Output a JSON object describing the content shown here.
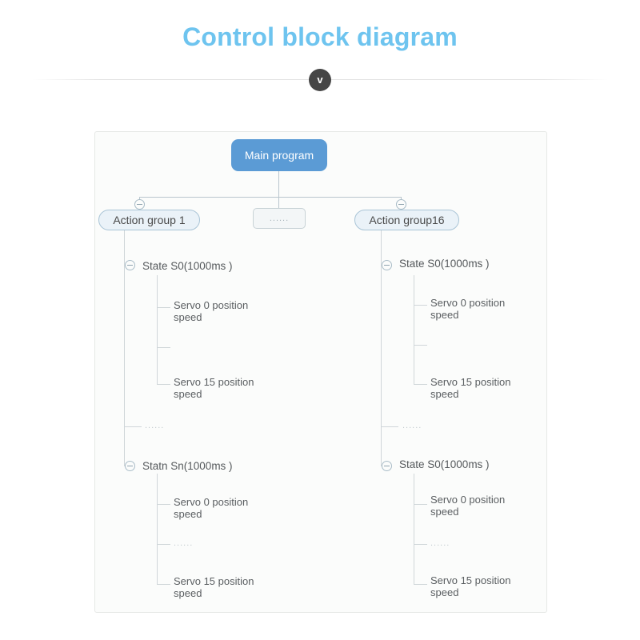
{
  "header": {
    "title": "Control block diagram",
    "chevron_badge": "v"
  },
  "diagram": {
    "root": {
      "label": "Main program"
    },
    "placeholder_sibling": {
      "label": "......"
    },
    "branches": [
      {
        "label": "Action group 1",
        "states": [
          {
            "label": "State S0(1000ms )",
            "children": [
              {
                "line1": "Servo 0 position",
                "line2": "speed"
              },
              {
                "line1": "",
                "line2": ""
              },
              {
                "line1": "Servo 15 position",
                "line2": "speed"
              }
            ]
          },
          {
            "label": "Statn Sn(1000ms )",
            "children": [
              {
                "line1": "Servo 0 position",
                "line2": "speed"
              },
              {
                "line1": "......",
                "line2": ""
              },
              {
                "line1": "Servo 15 position",
                "line2": "speed"
              }
            ]
          }
        ],
        "state_separator": "......"
      },
      {
        "label": "Action group16",
        "states": [
          {
            "label": "State S0(1000ms )",
            "children": [
              {
                "line1": "Servo 0 position",
                "line2": "speed"
              },
              {
                "line1": "",
                "line2": ""
              },
              {
                "line1": "Servo 15 position",
                "line2": "speed"
              }
            ]
          },
          {
            "label": "State S0(1000ms )",
            "children": [
              {
                "line1": "Servo 0 position",
                "line2": "speed"
              },
              {
                "line1": "......",
                "line2": ""
              },
              {
                "line1": "Servo 15 position",
                "line2": "speed"
              }
            ]
          }
        ],
        "state_separator": "......"
      }
    ]
  },
  "colors": {
    "title": "#6ec4ef",
    "root_node": "#5b9bd5",
    "group_node_fill": "#eaf2f8",
    "group_node_border": "#a9c4d6",
    "connector": "#b9c6ce",
    "badge": "#464646"
  }
}
